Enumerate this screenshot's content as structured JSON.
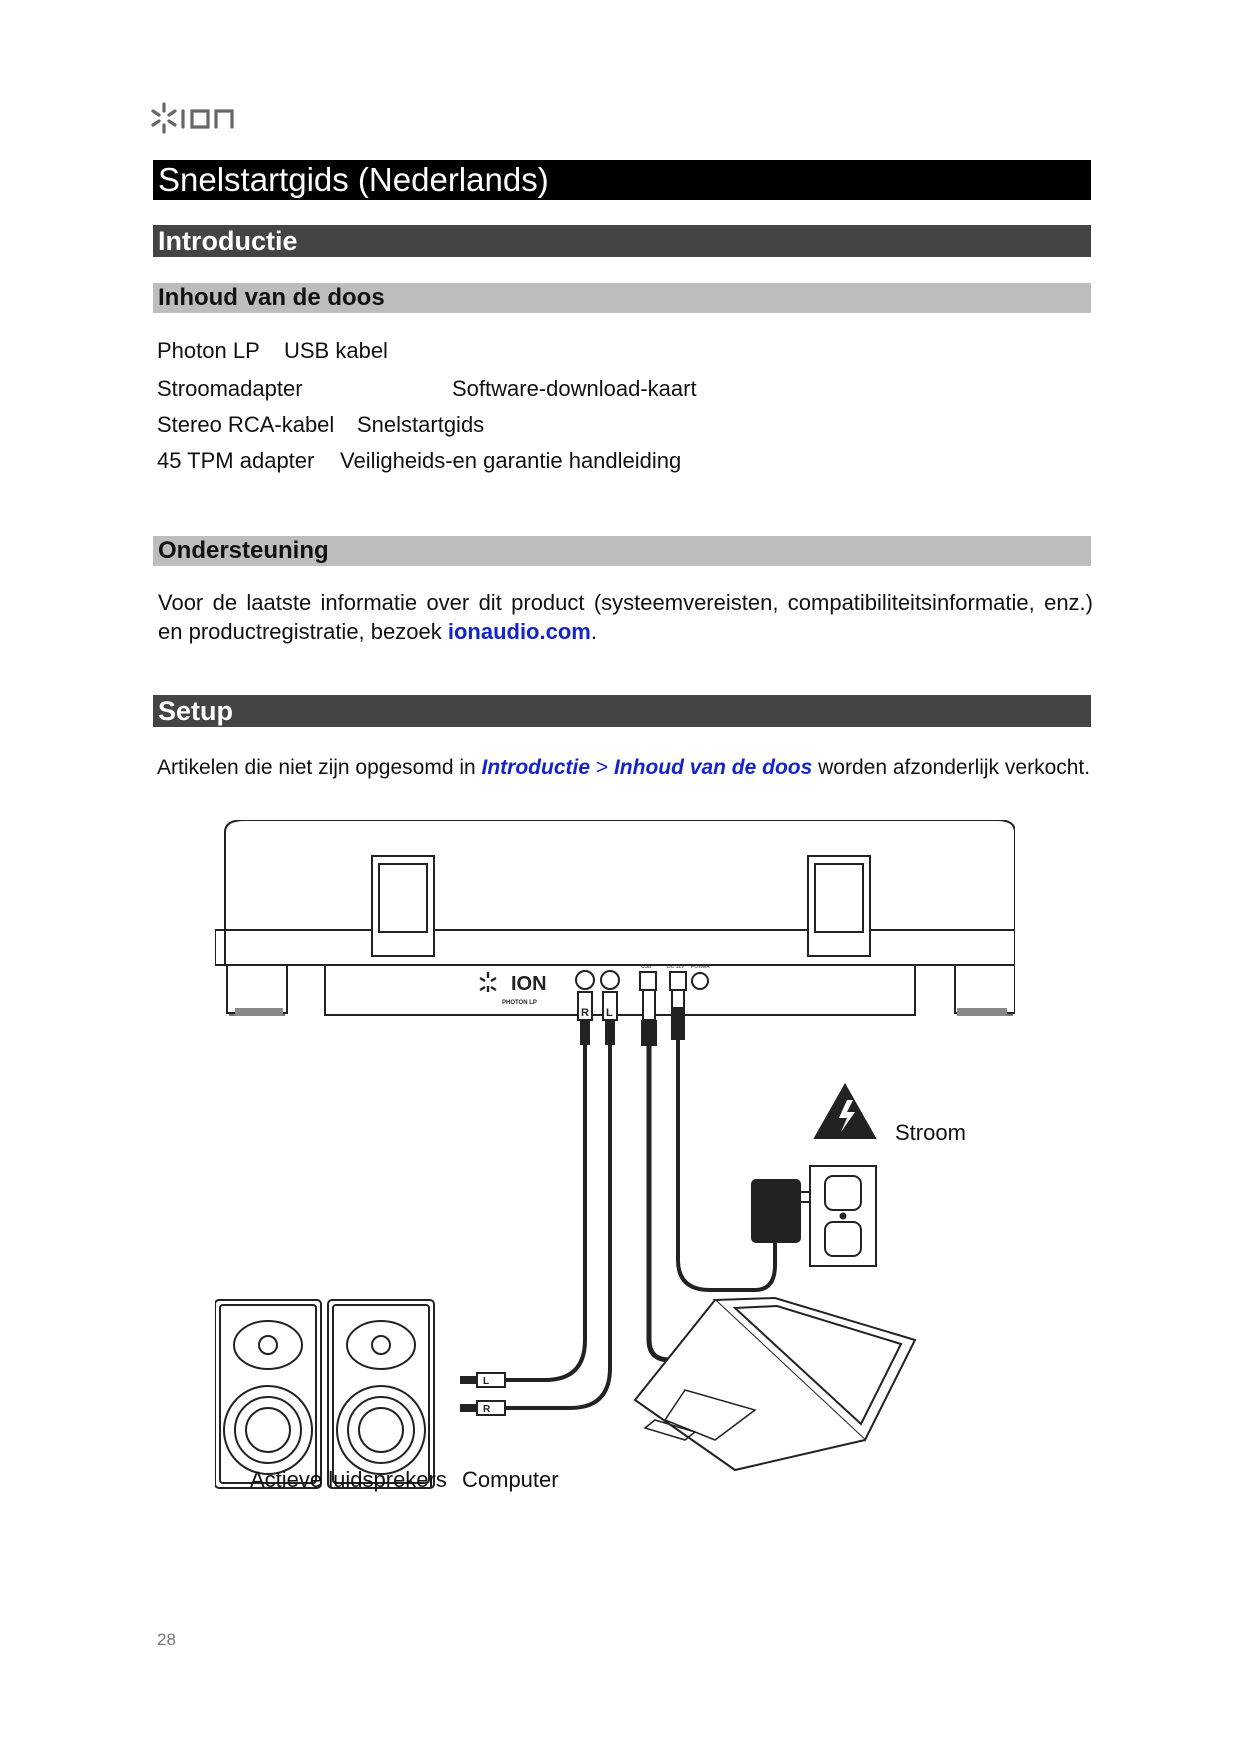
{
  "brand": {
    "logo_text": "ION"
  },
  "title": "Snelstartgids (Nederlands)",
  "sections": {
    "introductie": "Introductie",
    "inhoud": "Inhoud van de doos",
    "ondersteuning": "Ondersteuning",
    "setup": "Setup"
  },
  "box_contents": {
    "row1_a": "Photon LP",
    "row1_b": "USB kabel",
    "row2_a": "Stroomadapter",
    "row2_b": "Software-download-kaart",
    "row3_a": "Stereo RCA-kabel",
    "row3_b": "Snelstartgids",
    "row4_a": "45 TPM adapter",
    "row4_b": "Veiligheids-en garantie handleiding"
  },
  "support": {
    "text_before": "Voor de laatste informatie over dit product (systeemvereisten, compatibiliteitsinformatie, enz.) en productregistratie, bezoek ",
    "link": "ionaudio.com",
    "text_after": "."
  },
  "setup": {
    "text_before": "Artikelen die niet zijn opgesomd in ",
    "link1": "Introductie",
    "separator": " > ",
    "link2": "Inhoud van de doos",
    "text_after": " worden afzonderlijk verkocht."
  },
  "diagram": {
    "device_brand": "ION",
    "device_model": "PHOTON LP",
    "label_power": "Stroom",
    "label_speakers": "Actieve luidsprekers",
    "label_computer": "Computer",
    "port_usb": "USB",
    "port_power": "POWER",
    "port_dc": "DC 12V",
    "rca_right": "R",
    "rca_left": "L"
  },
  "page_number": "28"
}
